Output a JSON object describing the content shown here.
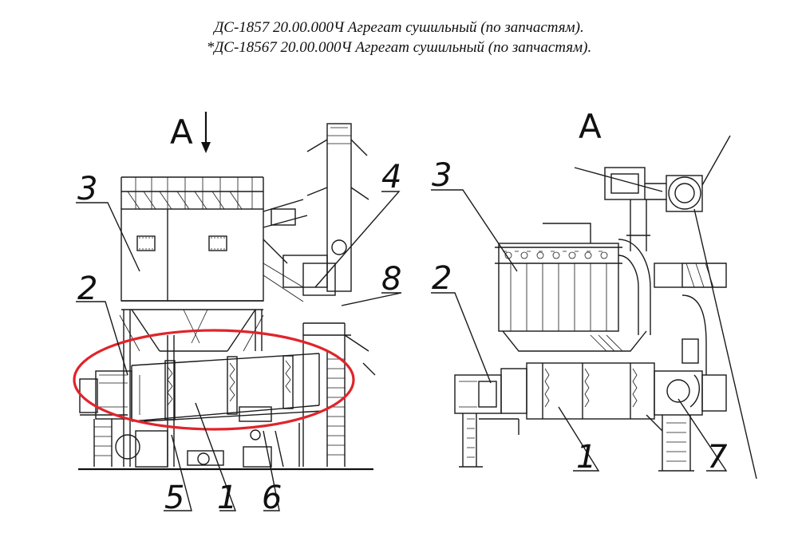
{
  "title": {
    "line1": "ДС-1857 20.00.000Ч Агрегат сушильный (по запчастям).",
    "line2": "*ДС-18567 20.00.000Ч Агрегат сушильный (по запчастям)."
  },
  "left_view": {
    "view_label": "А",
    "callouts": [
      "3",
      "2",
      "4",
      "8",
      "5",
      "1",
      "6"
    ]
  },
  "right_view": {
    "view_label": "А",
    "callouts": [
      "3",
      "2",
      "1",
      "7"
    ]
  },
  "highlight_color": "#e0242b"
}
